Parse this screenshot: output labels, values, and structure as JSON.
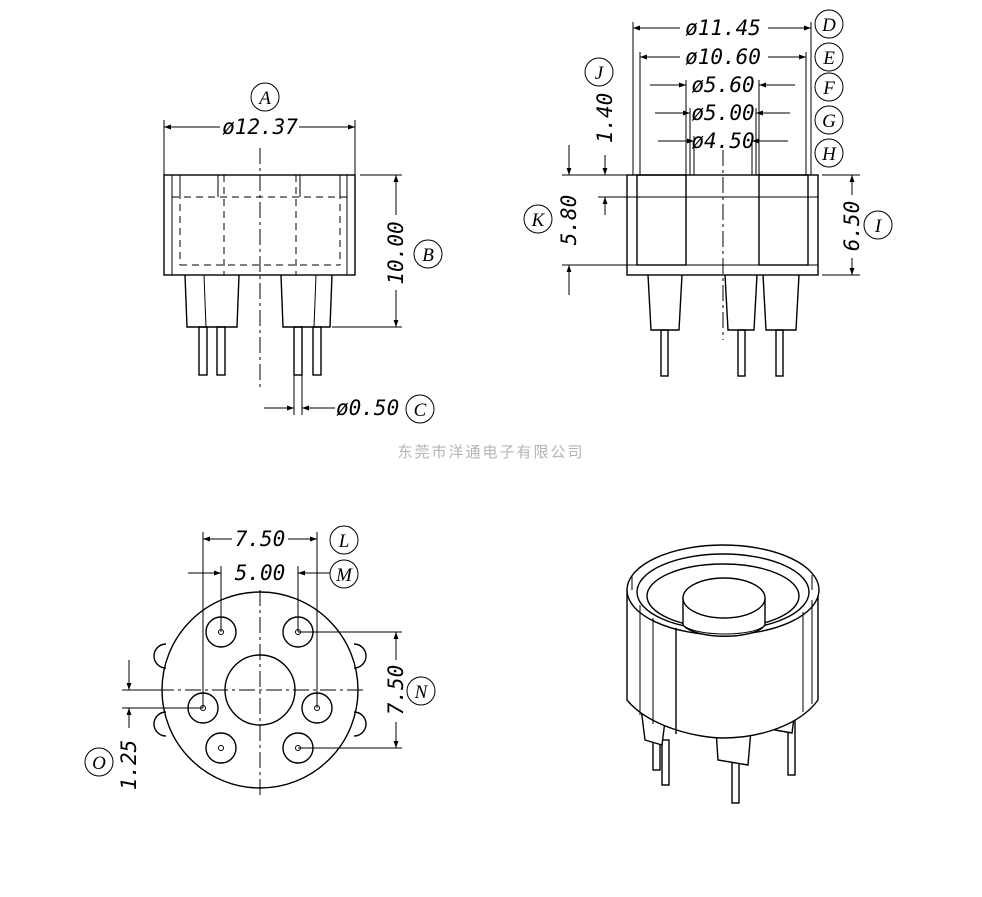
{
  "company_watermark": "东莞市洋通电子有限公司",
  "dimensions": {
    "A": {
      "tag": "A",
      "value": "ø12.37"
    },
    "B": {
      "tag": "B",
      "value": "10.00"
    },
    "C": {
      "tag": "C",
      "value": "ø0.50"
    },
    "D": {
      "tag": "D",
      "value": "ø11.45"
    },
    "E": {
      "tag": "E",
      "value": "ø10.60"
    },
    "F": {
      "tag": "F",
      "value": "ø5.60"
    },
    "G": {
      "tag": "G",
      "value": "ø5.00"
    },
    "H": {
      "tag": "H",
      "value": "ø4.50"
    },
    "I": {
      "tag": "I",
      "value": "6.50"
    },
    "J": {
      "tag": "J",
      "value": "1.40"
    },
    "K": {
      "tag": "K",
      "value": "5.80"
    },
    "L": {
      "tag": "L",
      "value": "7.50"
    },
    "M": {
      "tag": "M",
      "value": "5.00"
    },
    "N": {
      "tag": "N",
      "value": "7.50"
    },
    "O": {
      "tag": "O",
      "value": "1.25"
    }
  }
}
